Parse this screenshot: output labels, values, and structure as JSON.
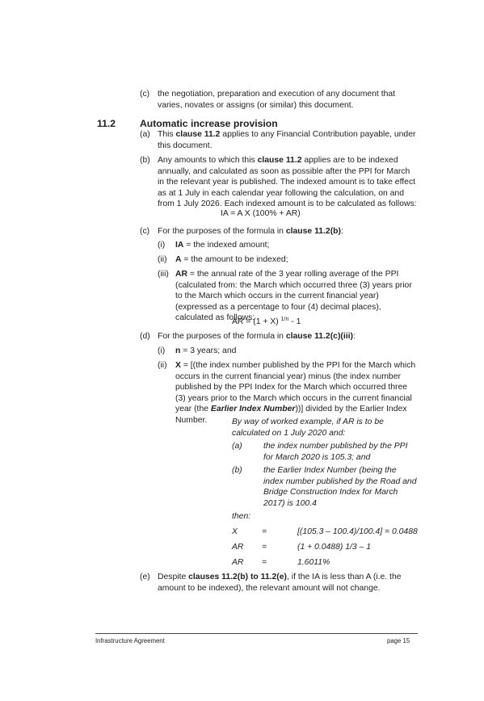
{
  "items": {
    "c0": {
      "label": "(c)",
      "text": "the negotiation, preparation and execution of any document that varies, novates or assigns (or similar) this document."
    },
    "heading": {
      "number": "11.2",
      "title": "Automatic increase provision"
    },
    "a": {
      "label": "(a)",
      "pre": "This ",
      "ref": "clause 11.2",
      "post": " applies to any Financial Contribution payable, under this document."
    },
    "b": {
      "label": "(b)",
      "pre": "Any amounts to which this ",
      "ref": "clause 11.2",
      "post": " applies are to be indexed annually, and calculated as soon as possible after the PPI for March in the relevant year is published.  The indexed amount is to take effect as at 1 July in each calendar year following the calculation, on and from 1 July 2026.  Each indexed amount is to be calculated as follows:"
    },
    "formula1": "IA = A X (100% + AR)",
    "c": {
      "label": "(c)",
      "pre": "For the purposes of the formula in ",
      "ref": "clause 11.2(b)",
      "post": ":"
    },
    "ci": {
      "label": "(i)",
      "term": "IA",
      "text": " = the indexed amount;"
    },
    "cii": {
      "label": "(ii)",
      "term": "A",
      "text": " = the amount to be indexed;"
    },
    "ciii": {
      "label": "(iii)",
      "term": "AR",
      "text": " = the annual rate of the 3 year rolling average of the PPI (calculated from: the March which occurred three (3) years prior to the March which occurs in the current financial year) (expressed as a percentage to four (4) decimal places), calculated as follows:"
    },
    "formula2": {
      "base": "AR = (1 + X) ",
      "exp": "1/n",
      "tail": " - 1"
    },
    "d": {
      "label": "(d)",
      "pre": "For the purposes of the formula in ",
      "ref": "clause 11.2(c)(iii)",
      "post": ":"
    },
    "di": {
      "label": "(i)",
      "term": "n",
      "text": " = 3 years; and"
    },
    "dii": {
      "label": "(ii)",
      "term": "X",
      "text1": "  = [(the index number published by the PPI for the March which occurs in the current financial year) minus (the index number published by the PPI  Index for the March which occurred three (3) years prior to the March which occurs in the current financial year (the ",
      "term2": "Earlier Index Number",
      "text2": "))] divided by the Earlier Index Number."
    },
    "example": {
      "intro": "By way of worked example, if AR is to be calculated on 1 July 2020 and:",
      "a_label": "(a)",
      "a_text": "the index number published by the PPI for March 2020 is 105.3; and",
      "b_label": "(b)",
      "b_text": "the Earlier Index Number (being the index number published by the Road and Bridge Construction Index for March 2017) is 100.4",
      "then": "then:",
      "rows": [
        {
          "lhs": "X",
          "eq": "=",
          "rhs": "[(105.3 – 100.4)/100.4] = 0.0488"
        },
        {
          "lhs": "AR",
          "eq": "=",
          "rhs": "(1 + 0.0488) 1/3 – 1"
        },
        {
          "lhs": "AR",
          "eq": "=",
          "rhs": "1.6011%"
        }
      ]
    },
    "e": {
      "label": "(e)",
      "pre": "Despite ",
      "ref": "clauses 11.2(b) to 11.2(e)",
      "post": ", if the IA is less than A (i.e. the amount to be indexed), the relevant amount will not change."
    }
  },
  "footer": {
    "left": "Infrastructure Agreement",
    "right": "page 15"
  }
}
